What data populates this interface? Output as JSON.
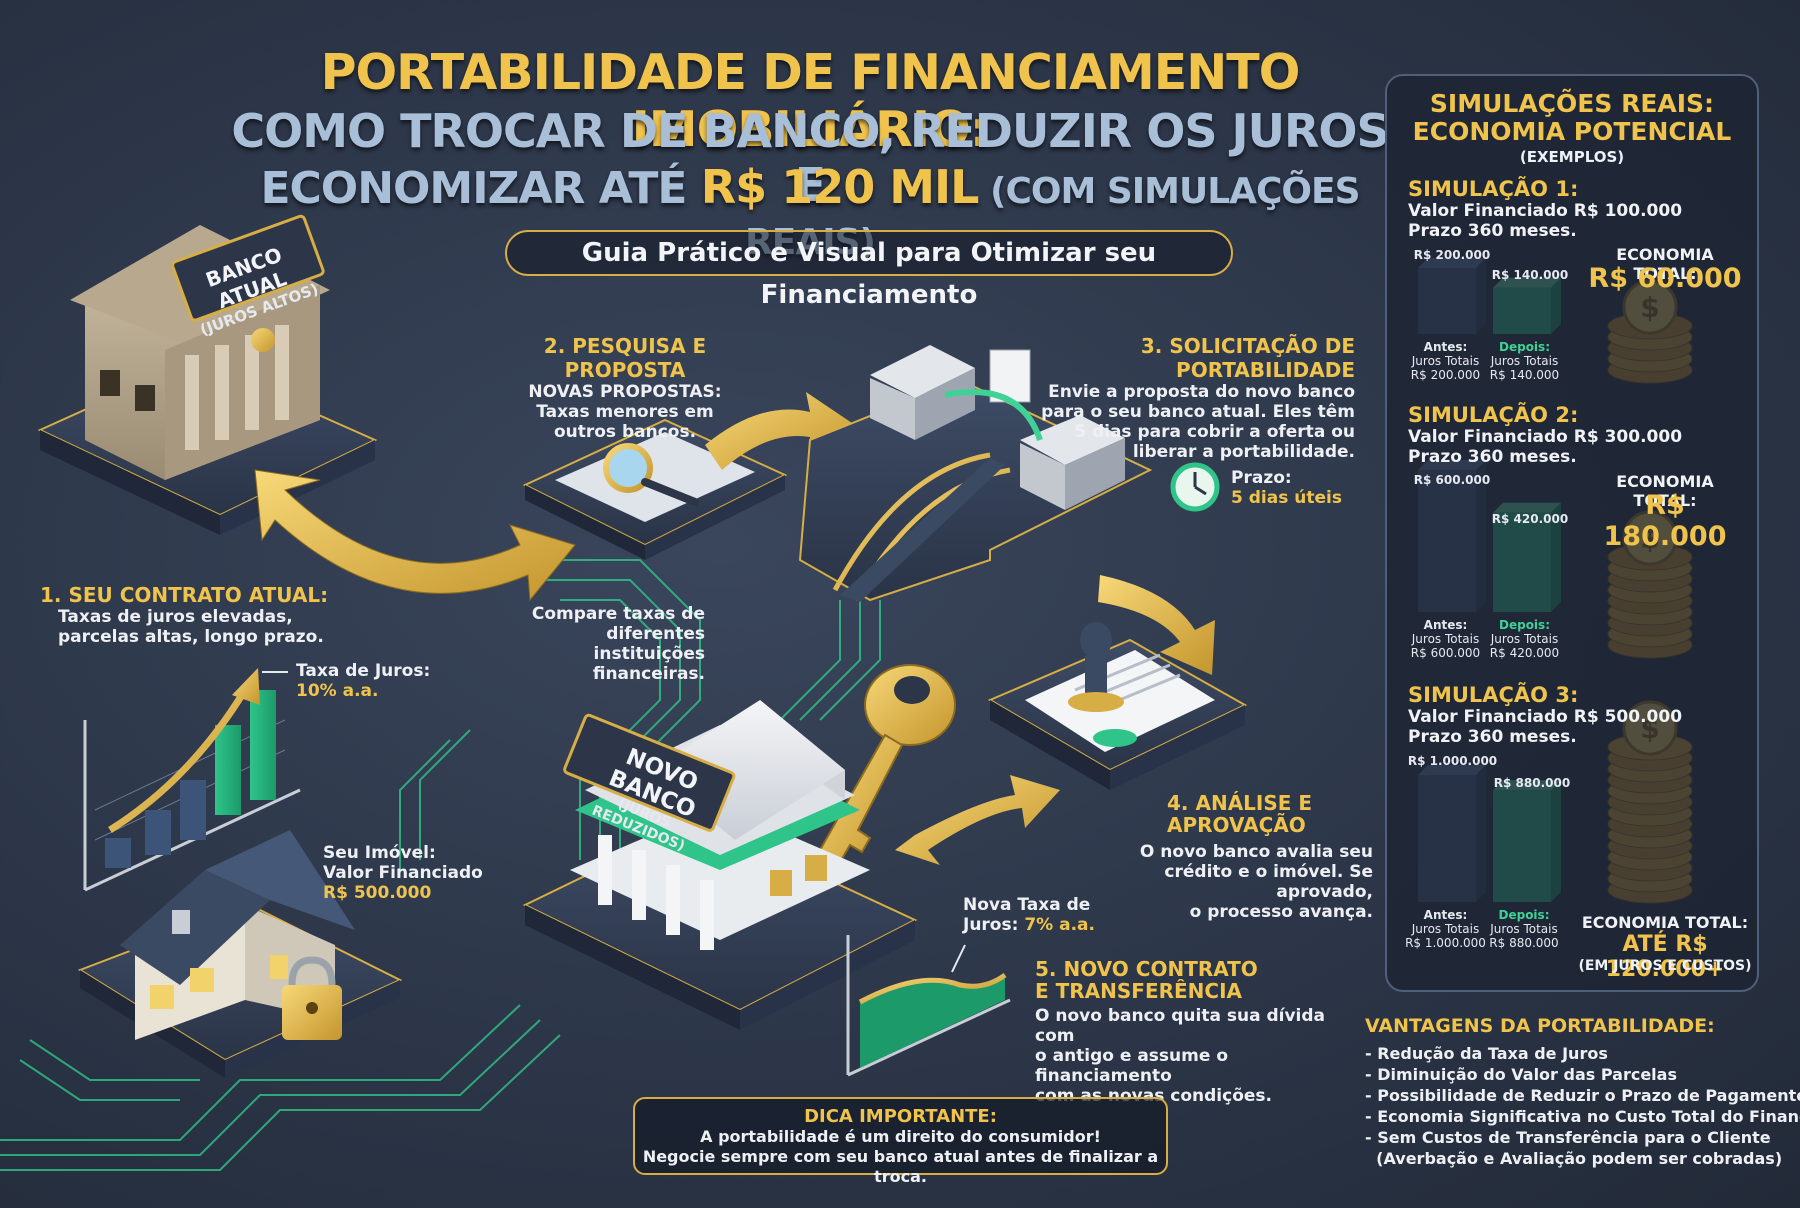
{
  "title": {
    "line1": "PORTABILIDADE DE FINANCIAMENTO IMOBILIÁRIO:",
    "line2": "COMO TROCAR DE BANCO, REDUZIR OS JUROS E",
    "line3_pre": "ECONOMIZAR ATÉ ",
    "line3_highlight": "R$ 120 MIL",
    "line3_post": " (COM SIMULAÇÕES REAIS)"
  },
  "subtitle": "Guia Prático e Visual para Otimizar seu Financiamento",
  "banks": {
    "current_sign_1": "BANCO ATUAL",
    "current_sign_2": "(JUROS ALTOS)",
    "new_sign_1": "NOVO BANCO",
    "new_sign_2": "(JUROS REDUZIDOS)"
  },
  "steps": {
    "s1": {
      "title": "1. SEU CONTRATO ATUAL:",
      "l1": "Taxas de juros elevadas,",
      "l2": "parcelas altas, longo prazo."
    },
    "rate_current": {
      "label": "Taxa de Juros:",
      "value": "10% a.a."
    },
    "property": {
      "l1": "Seu Imóvel:",
      "l2": "Valor Financiado",
      "value": "R$ 500.000"
    },
    "s2": {
      "title": "2. PESQUISA E PROPOSTA",
      "l1": "NOVAS PROPOSTAS:",
      "l2": "Taxas menores em",
      "l3": "outros bancos."
    },
    "compare": {
      "l1": "Compare taxas de",
      "l2": "diferentes instituições",
      "l3": "financeiras."
    },
    "s3": {
      "title": "3. SOLICITAÇÃO DE PORTABILIDADE",
      "l1": "Envie a proposta do novo banco",
      "l2": "para o seu banco atual. Eles têm",
      "l3": "5 dias para cobrir a oferta ou",
      "l4": "liberar a portabilidade."
    },
    "deadline": {
      "label": "Prazo:",
      "value": "5 dias úteis"
    },
    "s4": {
      "title1": "4. ANÁLISE E",
      "title2": "APROVAÇÃO",
      "l1": "O novo banco avalia seu",
      "l2": "crédito e o imóvel. Se aprovado,",
      "l3": "o processo avança."
    },
    "rate_new": {
      "l1": "Nova Taxa de",
      "l2": "Juros:",
      "value": "7% a.a."
    },
    "s5": {
      "title1": "5. NOVO CONTRATO",
      "title2": "E TRANSFERÊNCIA",
      "l1": "O novo banco quita sua dívida com",
      "l2": "o antigo e assume o financiamento",
      "l3": "com as novas condições."
    }
  },
  "simulations": {
    "heading1": "SIMULAÇÕES REAIS:",
    "heading2": "ECONOMIA POTENCIAL",
    "heading3": "(EXEMPLOS)",
    "antes": "Antes:",
    "depois": "Depois:",
    "juros_totais": "Juros Totais",
    "economia_label": "ECONOMIA TOTAL:",
    "items": [
      {
        "title": "SIMULAÇÃO 1:",
        "financed": "Valor Financiado R$ 100.000",
        "term": "Prazo 360 meses.",
        "before": "R$ 200.000",
        "after": "R$ 140.000",
        "saving": "R$ 60.000",
        "before_value": 200000,
        "after_value": 140000
      },
      {
        "title": "SIMULAÇÃO 2:",
        "financed": "Valor Financiado R$ 300.000",
        "term": "Prazo 360 meses.",
        "before": "R$ 600.000",
        "after": "R$ 420.000",
        "saving": "R$ 180.000",
        "before_value": 600000,
        "after_value": 420000
      },
      {
        "title": "SIMULAÇÃO 3:",
        "financed": "Valor Financiado R$ 500.000",
        "term": "Prazo 360 meses.",
        "before": "R$ 1.000.000",
        "after": "R$ 880.000",
        "saving": "ATÉ R$ 120.000+",
        "saving_note": "(EM JUROS E CUSTOS)",
        "before_value": 1000000,
        "after_value": 880000
      }
    ]
  },
  "advantages": {
    "title": "VANTAGENS DA PORTABILIDADE:",
    "items": [
      "- Redução da Taxa de Juros",
      "- Diminuição do Valor das Parcelas",
      "- Possibilidade de Reduzir o Prazo de Pagamento",
      "- Economia Significativa no Custo Total do Financiamento",
      "- Sem Custos de Transferência para o Cliente",
      "  (Averbação e Avaliação podem ser cobradas)"
    ]
  },
  "tip": {
    "title": "DICA IMPORTANTE:",
    "l1": "A portabilidade é um direito do consumidor!",
    "l2": "Negocie sempre com seu banco atual antes de finalizar a troca."
  },
  "colors": {
    "gold": "#f0c44c",
    "green": "#2ec48a",
    "navy": "#2c3648",
    "blue_bar": "#4a6288"
  }
}
